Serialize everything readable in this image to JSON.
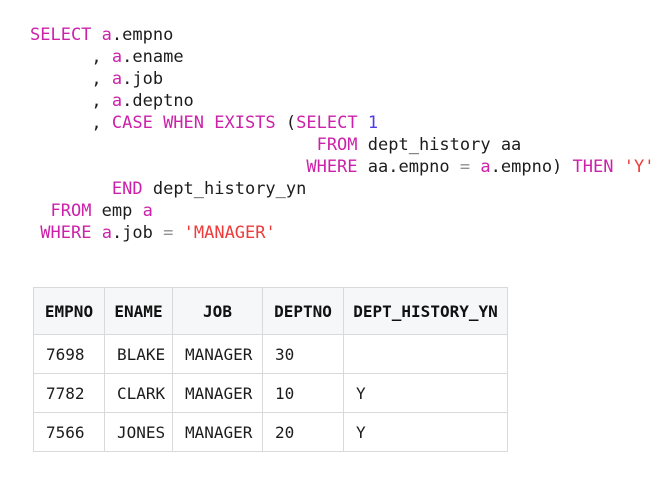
{
  "colors": {
    "keyword": "#cc22aa",
    "alias": "#cc22aa",
    "number": "#4c3ce8",
    "string": "#ee3b3b",
    "operator": "#909090",
    "text": "#1c1c1c",
    "table_border": "#d9d9d9",
    "table_header_bg": "#f6f7f8"
  },
  "code": {
    "lines": [
      {
        "segments": [
          {
            "t": "SELECT",
            "c": "kw"
          },
          {
            "t": " ",
            "c": "pl"
          },
          {
            "t": "a",
            "c": "al"
          },
          {
            "t": ".empno",
            "c": "pl"
          }
        ]
      },
      {
        "segments": [
          {
            "t": "      , ",
            "c": "pl"
          },
          {
            "t": "a",
            "c": "al"
          },
          {
            "t": ".ename",
            "c": "pl"
          }
        ]
      },
      {
        "segments": [
          {
            "t": "      , ",
            "c": "pl"
          },
          {
            "t": "a",
            "c": "al"
          },
          {
            "t": ".job",
            "c": "pl"
          }
        ]
      },
      {
        "segments": [
          {
            "t": "      , ",
            "c": "pl"
          },
          {
            "t": "a",
            "c": "al"
          },
          {
            "t": ".deptno",
            "c": "pl"
          }
        ]
      },
      {
        "segments": [
          {
            "t": "      , ",
            "c": "pl"
          },
          {
            "t": "CASE WHEN EXISTS",
            "c": "kw"
          },
          {
            "t": " (",
            "c": "pl"
          },
          {
            "t": "SELECT",
            "c": "kw"
          },
          {
            "t": " ",
            "c": "pl"
          },
          {
            "t": "1",
            "c": "num"
          }
        ]
      },
      {
        "segments": [
          {
            "t": "                            ",
            "c": "pl"
          },
          {
            "t": "FROM",
            "c": "kw"
          },
          {
            "t": " dept_history aa",
            "c": "pl"
          }
        ]
      },
      {
        "segments": [
          {
            "t": "                           ",
            "c": "pl"
          },
          {
            "t": "WHERE",
            "c": "kw"
          },
          {
            "t": " aa.empno ",
            "c": "pl"
          },
          {
            "t": "=",
            "c": "op"
          },
          {
            "t": " ",
            "c": "pl"
          },
          {
            "t": "a",
            "c": "al"
          },
          {
            "t": ".empno) ",
            "c": "pl"
          },
          {
            "t": "THEN",
            "c": "kw"
          },
          {
            "t": " ",
            "c": "pl"
          },
          {
            "t": "'Y'",
            "c": "str"
          }
        ]
      },
      {
        "segments": [
          {
            "t": "        ",
            "c": "pl"
          },
          {
            "t": "END",
            "c": "kw"
          },
          {
            "t": " dept_history_yn",
            "c": "pl"
          }
        ]
      },
      {
        "segments": [
          {
            "t": "  ",
            "c": "pl"
          },
          {
            "t": "FROM",
            "c": "kw"
          },
          {
            "t": " emp ",
            "c": "pl"
          },
          {
            "t": "a",
            "c": "al"
          }
        ]
      },
      {
        "segments": [
          {
            "t": " ",
            "c": "pl"
          },
          {
            "t": "WHERE",
            "c": "kw"
          },
          {
            "t": " ",
            "c": "pl"
          },
          {
            "t": "a",
            "c": "al"
          },
          {
            "t": ".job ",
            "c": "pl"
          },
          {
            "t": "=",
            "c": "op"
          },
          {
            "t": " ",
            "c": "pl"
          },
          {
            "t": "'MANAGER'",
            "c": "str"
          }
        ]
      }
    ]
  },
  "table": {
    "headers": [
      "EMPNO",
      "ENAME",
      "JOB",
      "DEPTNO",
      "DEPT_HISTORY_YN"
    ],
    "rows": [
      [
        "7698",
        "BLAKE",
        "MANAGER",
        "30",
        ""
      ],
      [
        "7782",
        "CLARK",
        "MANAGER",
        "10",
        "Y"
      ],
      [
        "7566",
        "JONES",
        "MANAGER",
        "20",
        "Y"
      ]
    ]
  }
}
